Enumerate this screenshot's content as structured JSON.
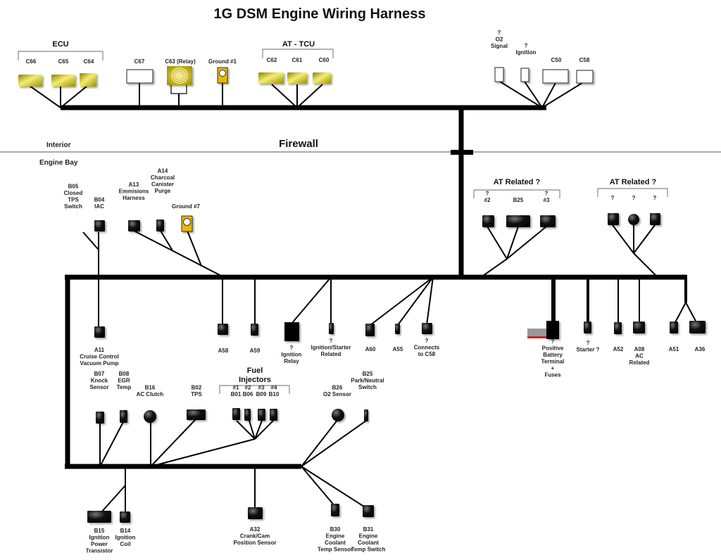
{
  "title": "1G DSM Engine Wiring Harness",
  "firewall_label": "Firewall",
  "zones": {
    "interior": "Interior",
    "engine_bay": "Engine Bay"
  },
  "colors": {
    "connector_yellow": "#c8b800",
    "connector_black": "#111111",
    "wire": "#000000",
    "firewall_line": "#aaaaaa",
    "battery_red": "#cc2222",
    "battery_gray": "#999999"
  },
  "groups": {
    "ecu": "ECU",
    "at_tcu": "AT - TCU",
    "at_related_1": "AT  Related ?",
    "at_related_2": "AT  Related ?",
    "fuel_injectors": [
      "Fuel",
      "Injectors"
    ]
  },
  "interior_connectors": [
    {
      "id": "c66",
      "lines": [
        "C66"
      ]
    },
    {
      "id": "c65",
      "lines": [
        "C65"
      ]
    },
    {
      "id": "c64",
      "lines": [
        "C64"
      ]
    },
    {
      "id": "c67",
      "lines": [
        "C67"
      ]
    },
    {
      "id": "c63",
      "lines": [
        "C63 (Relay)"
      ]
    },
    {
      "id": "ground1",
      "lines": [
        "Ground #1"
      ]
    },
    {
      "id": "c62",
      "lines": [
        "C62"
      ]
    },
    {
      "id": "c61",
      "lines": [
        "C61"
      ]
    },
    {
      "id": "c60",
      "lines": [
        "C60"
      ]
    },
    {
      "id": "o2signal",
      "lines": [
        "?",
        "O2",
        "Signal"
      ]
    },
    {
      "id": "ignition",
      "lines": [
        "?",
        "Ignition"
      ]
    },
    {
      "id": "c50",
      "lines": [
        "C50"
      ]
    },
    {
      "id": "c58",
      "lines": [
        "C58"
      ]
    }
  ],
  "engine_connectors": [
    {
      "id": "b05",
      "lines": [
        "B05",
        "Closed",
        "TPS",
        "Switch"
      ]
    },
    {
      "id": "b04",
      "lines": [
        "B04",
        "IAC"
      ]
    },
    {
      "id": "a13",
      "lines": [
        "A13",
        "Emmisions",
        "Harness"
      ]
    },
    {
      "id": "a14",
      "lines": [
        "A14",
        "Charcoal",
        "Canister",
        "Purge"
      ]
    },
    {
      "id": "ground7",
      "lines": [
        "Ground #7"
      ]
    },
    {
      "id": "at2",
      "lines": [
        "?",
        "#2"
      ]
    },
    {
      "id": "b25a",
      "lines": [
        "B25"
      ]
    },
    {
      "id": "at3",
      "lines": [
        "?",
        "#3"
      ]
    },
    {
      "id": "atq1",
      "lines": [
        "?"
      ]
    },
    {
      "id": "atq2",
      "lines": [
        "?"
      ]
    },
    {
      "id": "atq3",
      "lines": [
        "?"
      ]
    },
    {
      "id": "a11",
      "lines": [
        "A11",
        "Cruise Control",
        "Vacuum Pump"
      ]
    },
    {
      "id": "a58",
      "lines": [
        "A58"
      ]
    },
    {
      "id": "a59",
      "lines": [
        "A59"
      ]
    },
    {
      "id": "ignrelay",
      "lines": [
        "?",
        "Ignition",
        "Relay"
      ]
    },
    {
      "id": "ignstart",
      "lines": [
        "?",
        "Ignition/Starter",
        "Related"
      ]
    },
    {
      "id": "a60",
      "lines": [
        "A60"
      ]
    },
    {
      "id": "a55",
      "lines": [
        "A55"
      ]
    },
    {
      "id": "connc58",
      "lines": [
        "?",
        "Connects",
        "to C58"
      ]
    },
    {
      "id": "battery",
      "lines": [
        "?",
        "Positive",
        "Battery",
        "Terminal",
        "+",
        "Fuses"
      ]
    },
    {
      "id": "starter",
      "lines": [
        "?",
        "Starter ?"
      ]
    },
    {
      "id": "a52",
      "lines": [
        "A52"
      ]
    },
    {
      "id": "a08",
      "lines": [
        "A08",
        "AC",
        "Related"
      ]
    },
    {
      "id": "a51",
      "lines": [
        "A51"
      ]
    },
    {
      "id": "a36",
      "lines": [
        "A36"
      ]
    },
    {
      "id": "b07",
      "lines": [
        "B07",
        "Knock",
        "Sensor"
      ]
    },
    {
      "id": "b08",
      "lines": [
        "B08",
        "EGR",
        "Temp"
      ]
    },
    {
      "id": "b16",
      "lines": [
        "B16",
        "AC Clutch"
      ]
    },
    {
      "id": "b02",
      "lines": [
        "B02",
        "TPS"
      ]
    },
    {
      "id": "b01",
      "lines": [
        "#1",
        "B01"
      ]
    },
    {
      "id": "b06",
      "lines": [
        "#2",
        "B06"
      ]
    },
    {
      "id": "b09",
      "lines": [
        "#3",
        "B09"
      ]
    },
    {
      "id": "b10",
      "lines": [
        "#4",
        "B10"
      ]
    },
    {
      "id": "b26",
      "lines": [
        "B26",
        "O2 Sensor"
      ]
    },
    {
      "id": "b25b",
      "lines": [
        "B25",
        "Park/Neutral",
        "Switch"
      ]
    },
    {
      "id": "b15",
      "lines": [
        "B15",
        "Ignition",
        "Power",
        "Transistor"
      ]
    },
    {
      "id": "b14",
      "lines": [
        "B14",
        "Ignition",
        "Coil"
      ]
    },
    {
      "id": "a32",
      "lines": [
        "A32",
        "Crank/Cam",
        "Position Sensor"
      ]
    },
    {
      "id": "b30",
      "lines": [
        "B30",
        "Engine",
        "Coolant",
        "Temp Sensor"
      ]
    },
    {
      "id": "b31",
      "lines": [
        "B31",
        "Engine",
        "Coolant",
        "Temp Switch"
      ]
    }
  ]
}
